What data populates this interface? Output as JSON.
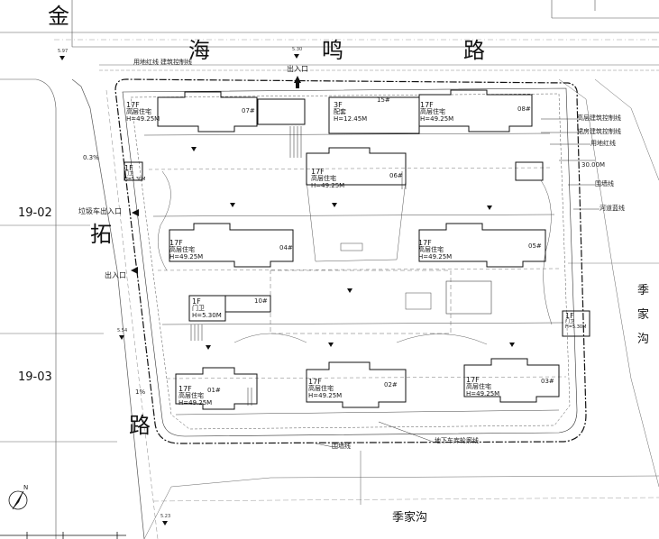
{
  "roads": {
    "north_char_1": "金",
    "north_char_2": "海",
    "north_char_3": "鸣",
    "north_char_4": "路",
    "west_char_1": "拓",
    "west_char_2": "路"
  },
  "plots": {
    "upper": "19-02",
    "lower": "19-03"
  },
  "stream": {
    "east_1": "季",
    "east_2": "家",
    "east_3": "沟",
    "south": "季家沟"
  },
  "entrances": {
    "north": "出入口",
    "west": "出入口",
    "garbage": "垃圾车出入口"
  },
  "control_lines": {
    "land_use": "用地红线",
    "building_control": "建筑控制线",
    "high_rise_control": "高层建筑控制线",
    "podium_control": "裙房建筑控制线",
    "land_use_east": "用地红线",
    "wall_east": "围墙线",
    "river_blue": "河道蓝线",
    "wall_south": "围墙线",
    "basement_outline": "地下车库轮廓线",
    "distance_east": "30.00M"
  },
  "levels": {
    "nw": "5.97",
    "n": "5.30",
    "w_mid": "5.54",
    "sw": "5.23",
    "slope_1": "0.3%",
    "slope_2": "1%"
  },
  "buildings": [
    {
      "floors": "17F",
      "use": "高层住宅",
      "height": "H=49.25M",
      "code": "07#"
    },
    {
      "floors": "17F",
      "use": "高层住宅",
      "height": "H=49.25M",
      "code": "08#"
    },
    {
      "floors": "17F",
      "use": "高层住宅",
      "height": "H=49.25M",
      "code": "04#"
    },
    {
      "floors": "17F",
      "use": "高层住宅",
      "height": "H=49.25M",
      "code": "05#"
    },
    {
      "floors": "17F",
      "use": "高层住宅",
      "height": "H=49.25M",
      "code": "06#"
    },
    {
      "floors": "17F",
      "use": "高层住宅",
      "height": "H=49.25M",
      "code": "01#"
    },
    {
      "floors": "17F",
      "use": "高层住宅",
      "height": "H=49.25M",
      "code": "02#"
    },
    {
      "floors": "17F",
      "use": "高层住宅",
      "height": "H=49.25M",
      "code": "03#"
    },
    {
      "floors": "3F",
      "use": "配套",
      "height": "H=12.45M",
      "code": "15#"
    },
    {
      "floors": "1F",
      "use": "门卫",
      "height": "H=5.30M",
      "code": "10#"
    },
    {
      "floors": "1F",
      "use": "门卫",
      "height": "H=5.30M",
      "code": ""
    },
    {
      "floors": "1F",
      "use": "门卫",
      "height": "H=5.30M",
      "code": ""
    }
  ],
  "north_arrow": "N"
}
